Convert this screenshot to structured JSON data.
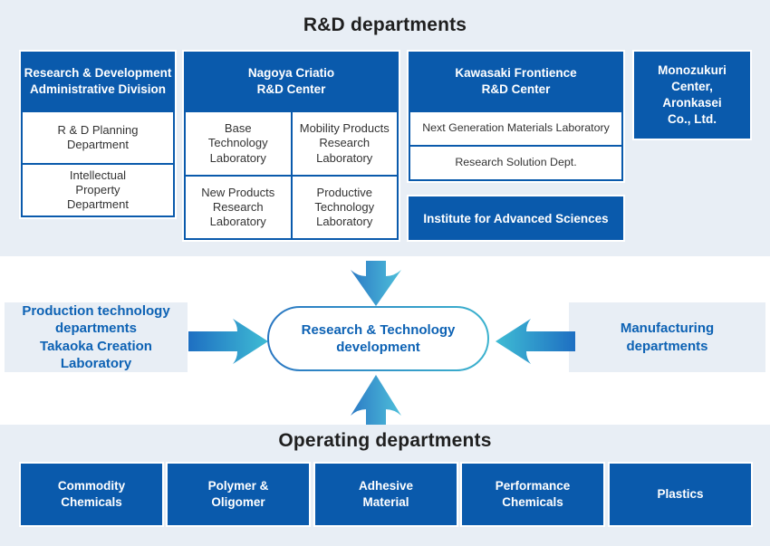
{
  "rd_section": {
    "title": "R&D departments",
    "admin_division": {
      "header": "Research & Development\nAdministrative Division",
      "planning": "R & D Planning\nDepartment",
      "intellectual_property": "Intellectual\nProperty\nDepartment"
    },
    "nagoya": {
      "header": "Nagoya Criatio\nR&D Center",
      "base_tech": "Base\nTechnology\nLaboratory",
      "mobility_products": "Mobility Products\nResearch\nLaboratory",
      "new_products": "New Products\nResearch\nLaboratory",
      "productive_tech": "Productive\nTechnology\nLaboratory"
    },
    "kawasaki": {
      "header": "Kawasaki Frontience\nR&D Center",
      "next_gen_materials": "Next Generation Materials Laboratory",
      "research_solution": "Research Solution Dept.",
      "institute": "Institute for Advanced Sciences"
    },
    "monozukuri": "Monozukuri\nCenter,\nAronkasei\nCo., Ltd."
  },
  "flow_section": {
    "center_label": "Research & Technology\ndevelopment",
    "left_label": "Production technology\ndepartments\nTakaoka Creation\nLaboratory",
    "right_label": "Manufacturing\ndepartments"
  },
  "operating_section": {
    "title": "Operating departments",
    "boxes": [
      "Commodity\nChemicals",
      "Polymer &\nOligomer",
      "Adhesive\nMaterial",
      "Performance\nChemicals",
      "Plastics"
    ]
  },
  "colors": {
    "box_blue": "#0a5aac",
    "section_bg": "#e8eef5",
    "blue_text": "#0d62b4",
    "arrow_dark": "#2374c4",
    "arrow_light": "#4cc0d8",
    "pill_border_left": "#2a77c2",
    "pill_border_right": "#3cb2ce"
  }
}
